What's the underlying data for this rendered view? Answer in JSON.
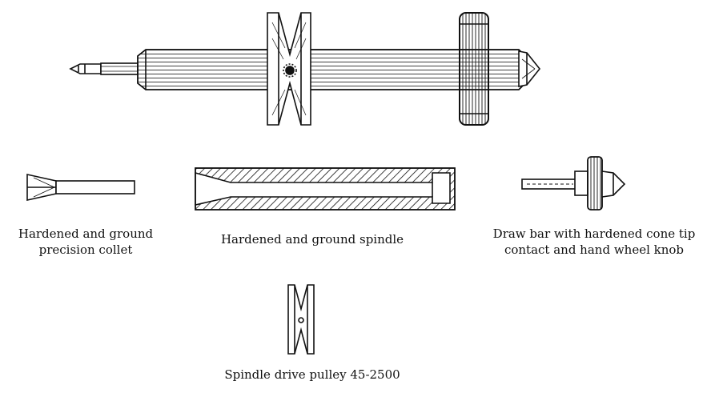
{
  "diagram": {
    "captions": {
      "collet": "Hardened and ground\nprecision  collet",
      "spindle": "Hardened and ground spindle",
      "drawbar": "Draw bar with hardened cone tip\ncontact and hand wheel knob",
      "pulley": "Spindle drive pulley 45-2500"
    },
    "colors": {
      "ink": "#111111",
      "paper": "#ffffff"
    }
  }
}
